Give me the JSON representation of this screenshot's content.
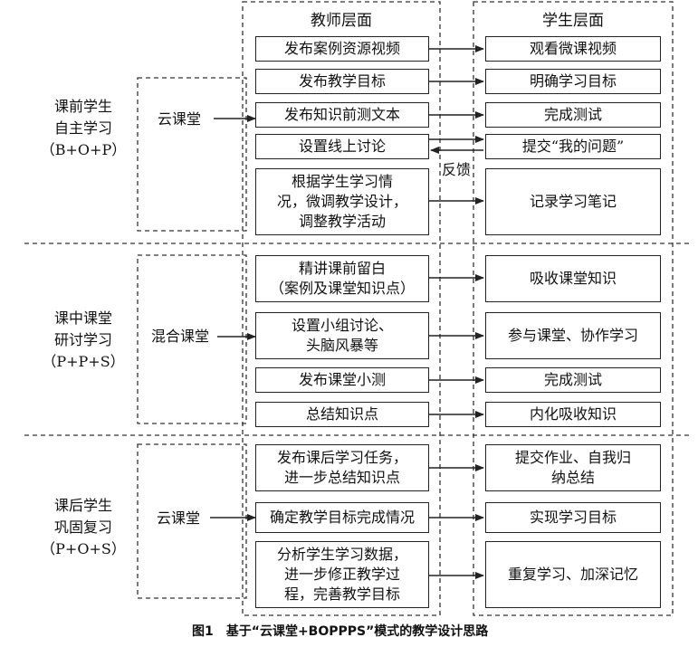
{
  "headers": {
    "teacher": "教师层面",
    "student": "学生层面"
  },
  "stages": [
    {
      "name": "课前学生\n自主学习\n（B+O+P）",
      "platform": "云课堂",
      "teacher_items": [
        "发布案例资源视频",
        "发布教学目标",
        "发布知识前测文本",
        "设置线上讨论",
        "根据学生学习情\n况，微调教学设计，\n调整教学活动"
      ],
      "student_items": [
        "观看微课视频",
        "明确学习目标",
        "完成测试",
        "提交“我的问题”",
        "记录学习笔记"
      ],
      "feedback_label": "反馈"
    },
    {
      "name": "课中课堂\n研讨学习\n（P+P+S）",
      "platform": "混合课堂",
      "teacher_items": [
        "精讲课前留白\n（案例及课堂知识点）",
        "设置小组讨论、\n头脑风暴等",
        "发布课堂小测",
        "总结知识点"
      ],
      "student_items": [
        "吸收课堂知识",
        "参与课堂、协作学习",
        "完成测试",
        "内化吸收知识"
      ]
    },
    {
      "name": "课后学生\n巩固复习\n（P+O+S）",
      "platform": "云课堂",
      "teacher_items": [
        "发布课后学习任务，\n进一步总结知识点",
        "确定教学目标完成情况",
        "分析学生学习数据，\n进一步修正教学过\n程，完善教学目标"
      ],
      "student_items": [
        "提交作业、自我归\n纳总结",
        "实现学习目标",
        "重复学习、加深记忆"
      ]
    }
  ],
  "caption": "图1　基于“云课堂+BOPPPS”模式的教学设计思路"
}
